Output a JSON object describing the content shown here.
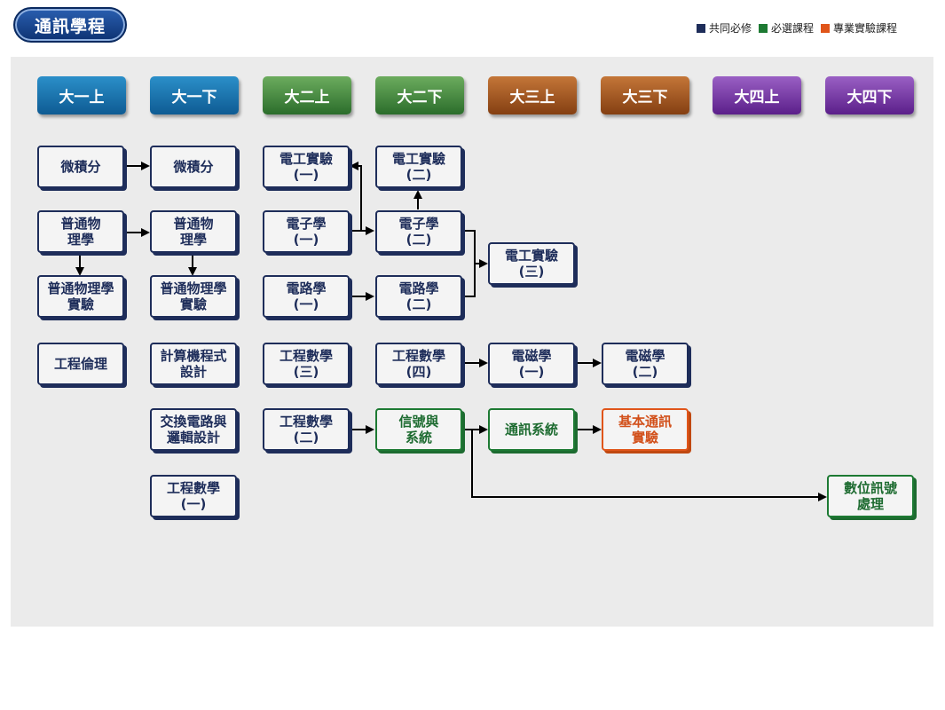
{
  "title": "通訊學程",
  "legend": [
    {
      "label": "共同必修",
      "color": "#1e2d5a"
    },
    {
      "label": "必選課程",
      "color": "#1d7a33"
    },
    {
      "label": "專業實驗課程",
      "color": "#e0551a"
    }
  ],
  "semesters": [
    "大一上",
    "大一下",
    "大二上",
    "大二下",
    "大三上",
    "大三下",
    "大四上",
    "大四下"
  ],
  "courses": {
    "calc1": "微積分",
    "calc2": "微積分",
    "phys1": "普通物\n理學",
    "phys2": "普通物\n理學",
    "physlab1": "普通物理學\n實驗",
    "physlab2": "普通物理學\n實驗",
    "ethics": "工程倫理",
    "prog": "計算機程式\n設計",
    "switching": "交換電路與\n邏輯設計",
    "engmath1": "工程數學\n(一)",
    "eelab1": "電工實驗\n(一)",
    "elec1": "電子學\n(一)",
    "circuit1": "電路學\n(一)",
    "engmath3": "工程數學\n(三)",
    "engmath2": "工程數學\n(二)",
    "eelab2": "電工實驗\n(二)",
    "elec2": "電子學\n(二)",
    "circuit2": "電路學\n(二)",
    "engmath4": "工程數學\n(四)",
    "signals": "信號與\n系統",
    "eelab3": "電工實驗\n(三)",
    "em1": "電磁學\n(一)",
    "commsys": "通訊系統",
    "em2": "電磁學\n(二)",
    "commlab": "基本通訊\n實驗",
    "dsp": "數位訊號\n處理"
  }
}
